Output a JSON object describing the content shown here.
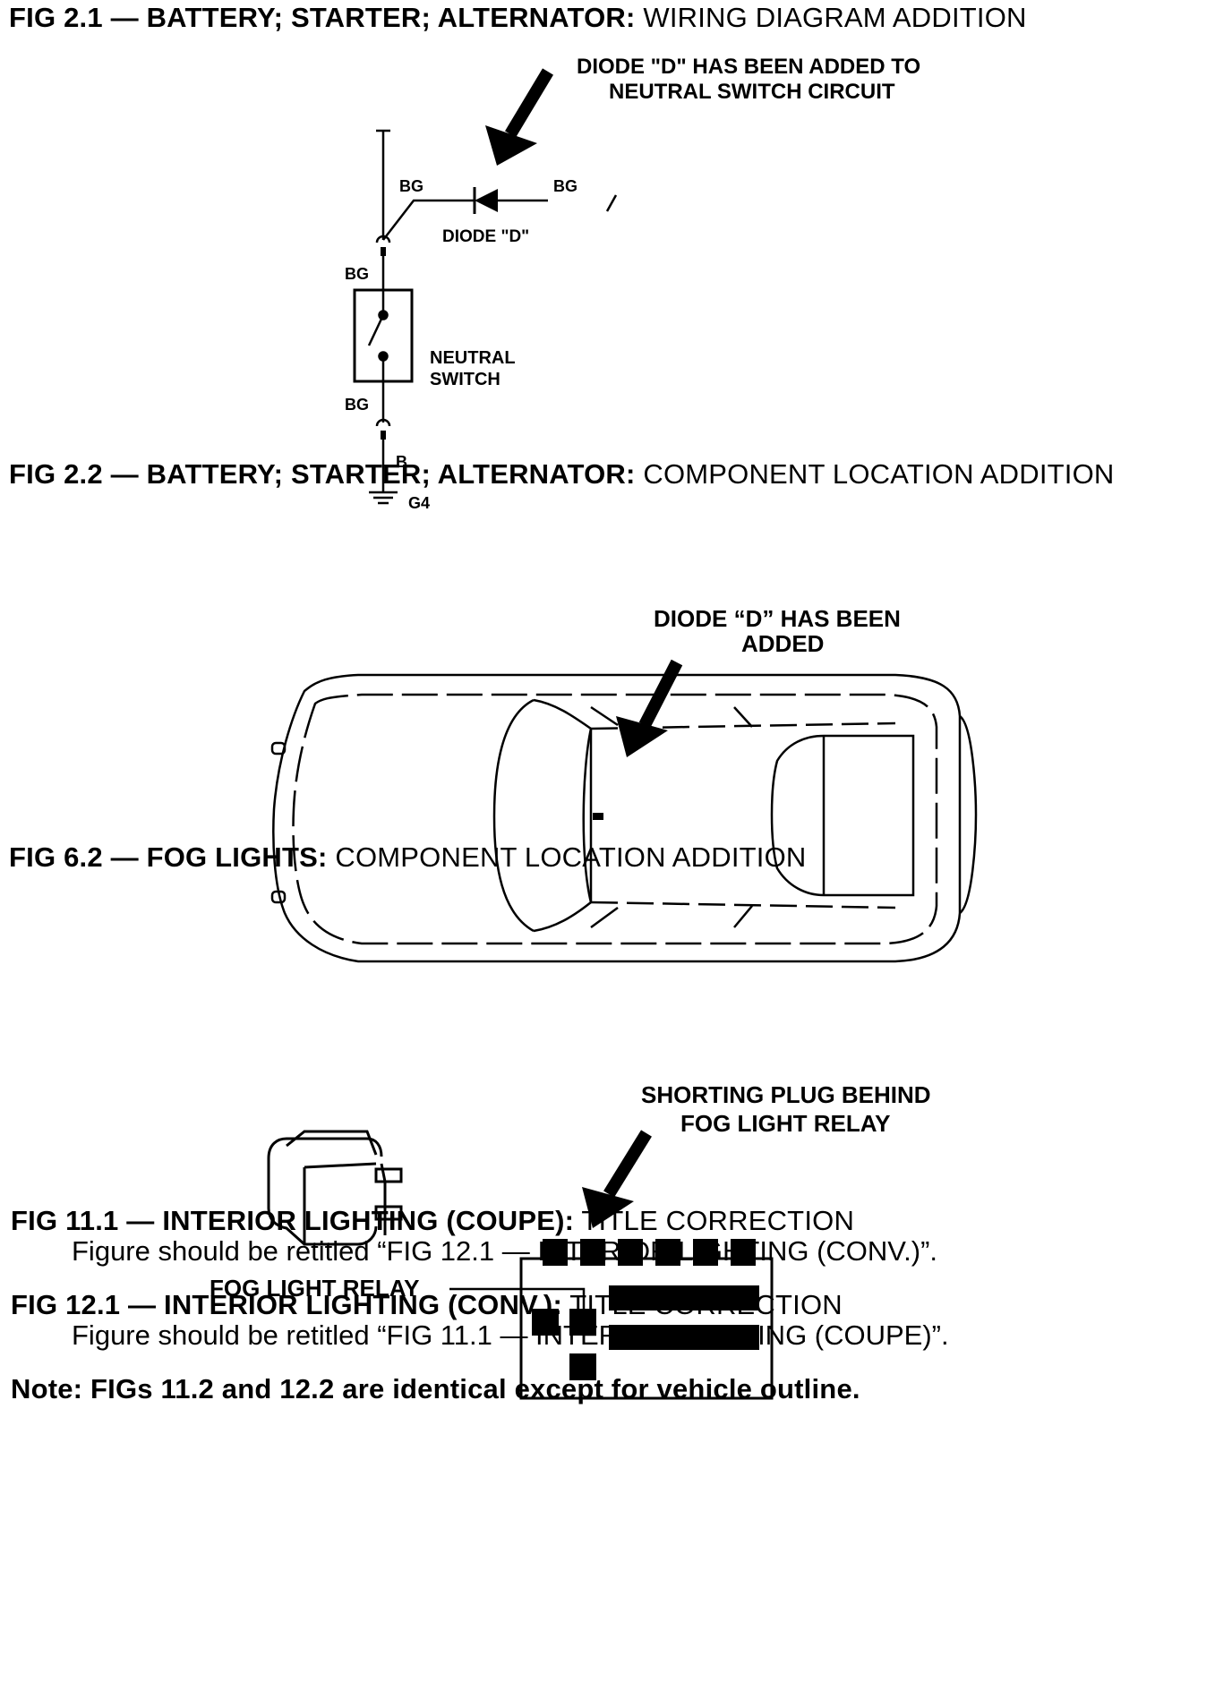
{
  "fig21": {
    "title_bold": "FIG 2.1 — BATTERY; STARTER; ALTERNATOR:",
    "title_rest": " WIRING DIAGRAM ADDITION",
    "callout_line1": "DIODE \"D\" HAS BEEN ADDED TO",
    "callout_line2": "NEUTRAL SWITCH CIRCUIT",
    "wire_bg_left": "BG",
    "wire_bg_right": "BG",
    "diode_label": "DIODE \"D\"",
    "wire_bg_top": "BG",
    "switch_line1": "NEUTRAL",
    "switch_line2": "SWITCH",
    "wire_bg_bottom": "BG",
    "wire_b": "B",
    "ground_label": "G4"
  },
  "fig22": {
    "title_bold": "FIG 2.2 — BATTERY; STARTER; ALTERNATOR:",
    "title_rest": " COMPONENT LOCATION ADDITION",
    "callout_line1": "DIODE “D” HAS BEEN",
    "callout_line2": "ADDED"
  },
  "fig62": {
    "title_bold": "FIG 6.2 — FOG LIGHTS:",
    "title_rest": " COMPONENT LOCATION ADDITION",
    "callout_line1": "SHORTING PLUG BEHIND",
    "callout_line2": "FOG LIGHT RELAY",
    "relay_label": "FOG LIGHT RELAY"
  },
  "fig111": {
    "title_bold": "FIG 11.1 — INTERIOR LIGHTING (COUPE):",
    "title_rest": " TITLE CORRECTION",
    "body": "Figure should be retitled “FIG 12.1 — INTERIOR LIGHTING (CONV.)”."
  },
  "fig121": {
    "title_bold": "FIG 12.1 — INTERIOR LIGHTING (CONV.):",
    "title_rest": " TITLE CORRECTION",
    "body": "Figure should be retitled “FIG 11.1 — INTERIOR LIGHTING (COUPE)”."
  },
  "note": "Note: FIGs 11.2 and 12.2 are identical except for vehicle outline."
}
